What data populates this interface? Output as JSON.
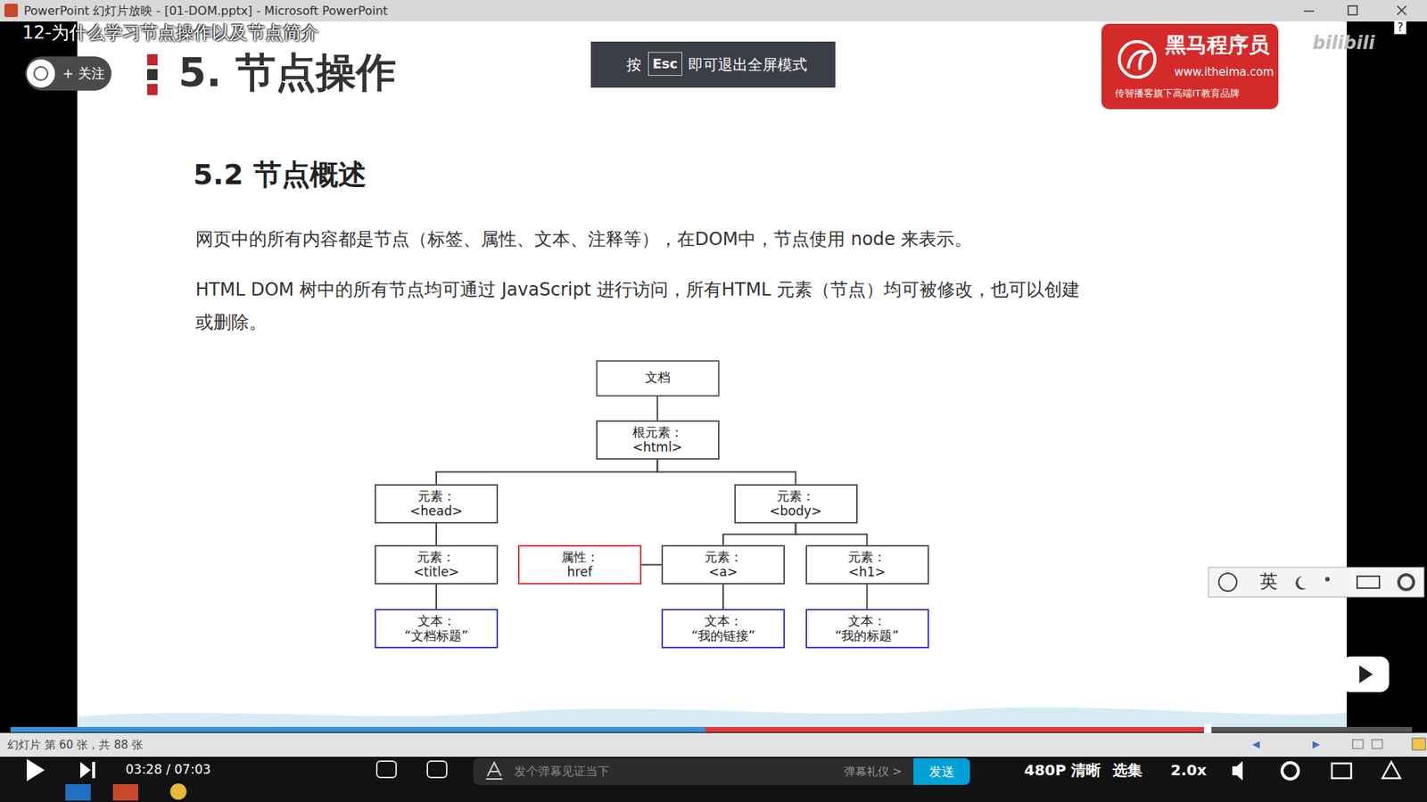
{
  "diagram": {
    "title": "5. 节点操作",
    "nodes": [
      {
        "text": [
          "文档"
        ]
      },
      {
        "text": [
          "根元素： <html>"
        ]
      },
      {
        "text": [
          "元素： <head>"
        ]
      },
      {
        "text": [
          "元素： <body>"
        ]
      },
      {
        "text": [
          "元素： <title>"
        ]
      },
      {
        "text": [
          "属性： href"
        ]
      },
      {
        "text": [
          "元素： <a>"
        ]
      },
      {
        "text": [
          "元素： <h1>"
        ]
      },
      {
        "text": [
          "文本： “文档标题”"
        ]
      },
      {
        "text": [
          "文本： “我的链接”"
        ]
      },
      {
        "text": [
          "文本： “我的标题”"
        ]
      }
    ],
    "edges": [
      {
        "from": 0,
        "to": 1,
        "arrow": "none"
      },
      {
        "from": 1,
        "to": 2,
        "arrow": "none"
      },
      {
        "from": 1,
        "to": 3,
        "arrow": "none"
      },
      {
        "from": 2,
        "to": 4,
        "arrow": "none"
      },
      {
        "from": 3,
        "to": 6,
        "arrow": "none"
      },
      {
        "from": 3,
        "to": 7,
        "arrow": "none"
      },
      {
        "from": 5,
        "to": 6,
        "arrow": "none"
      },
      {
        "from": 4,
        "to": 8,
        "arrow": "none"
      },
      {
        "from": 6,
        "to": 9,
        "arrow": "none"
      },
      {
        "from": 7,
        "to": 10,
        "arrow": "none"
      }
    ],
    "labels": [
      "PowerPoint 幻灯片放映 - [01-DOM.pptx] - Microsoft PowerPoint",
      "12-为什么学习节点操作以及节点简介",
      "+ 关注",
      "按",
      "Esc",
      "即可退出全屏模式",
      "黑马程序员",
      "www.itheima.com",
      "传智播客旗下高端IT教育品牌",
      "bilibili",
      "?",
      "5.2 节点概述",
      "网页中的所有内容都是节点（标签、属性、文本、注释等），在DOM中，节点使用 node 来表示。",
      "HTML DOM 树中的所有节点均可通过 JavaScript 进行访问，所有HTML 元素（节点）均可被修改，也可以创建或删除。",
      "英",
      "幻灯片 第 60 张，共 88 张",
      "03:28 / 07:03",
      "发个弹幕见证当下",
      "弹幕礼仪 >",
      "发送",
      "480P 清晰",
      "选集",
      "2.0x"
    ]
  }
}
